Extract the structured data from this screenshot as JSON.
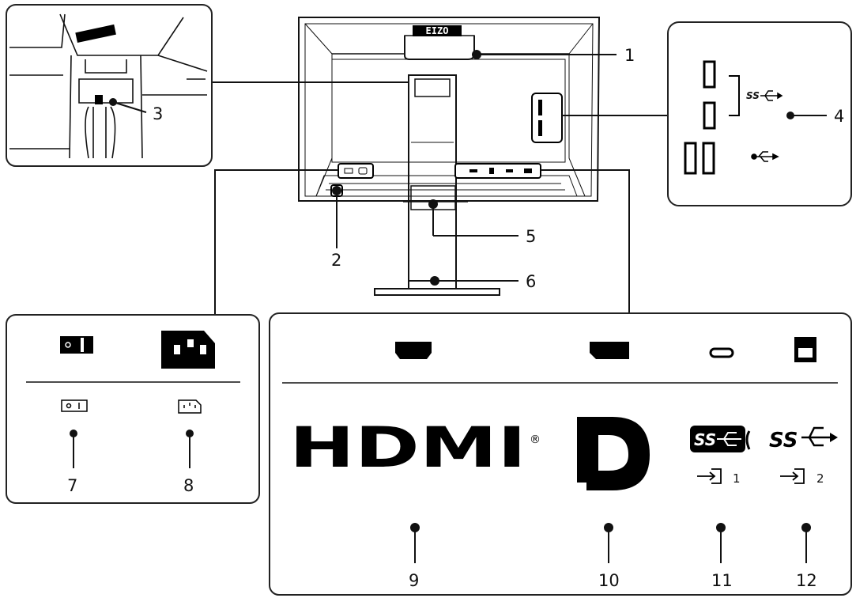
{
  "callouts": [
    "1",
    "2",
    "3",
    "4",
    "5",
    "6",
    "7",
    "8",
    "9",
    "10",
    "11",
    "12"
  ],
  "brand": "EIZO",
  "logos": {
    "hdmi": "HDMI",
    "hdmi_reg": "®",
    "superspeed": "SS",
    "input_1": "1",
    "input_2": "2"
  },
  "icons": [
    "monitor-rear-view",
    "usb-superspeed-icon",
    "usb-icon",
    "power-switch-icon",
    "ac-inlet-icon",
    "hdmi-port-icon",
    "displayport-port-icon",
    "usb-c-port-icon",
    "usb-b-port-icon",
    "input-arrow-icon",
    "security-slot-icon"
  ],
  "colors": {
    "line": "#111111",
    "panel_border": "#222222",
    "monitor_fill": "#ffffff",
    "port_fill": "#000000"
  }
}
